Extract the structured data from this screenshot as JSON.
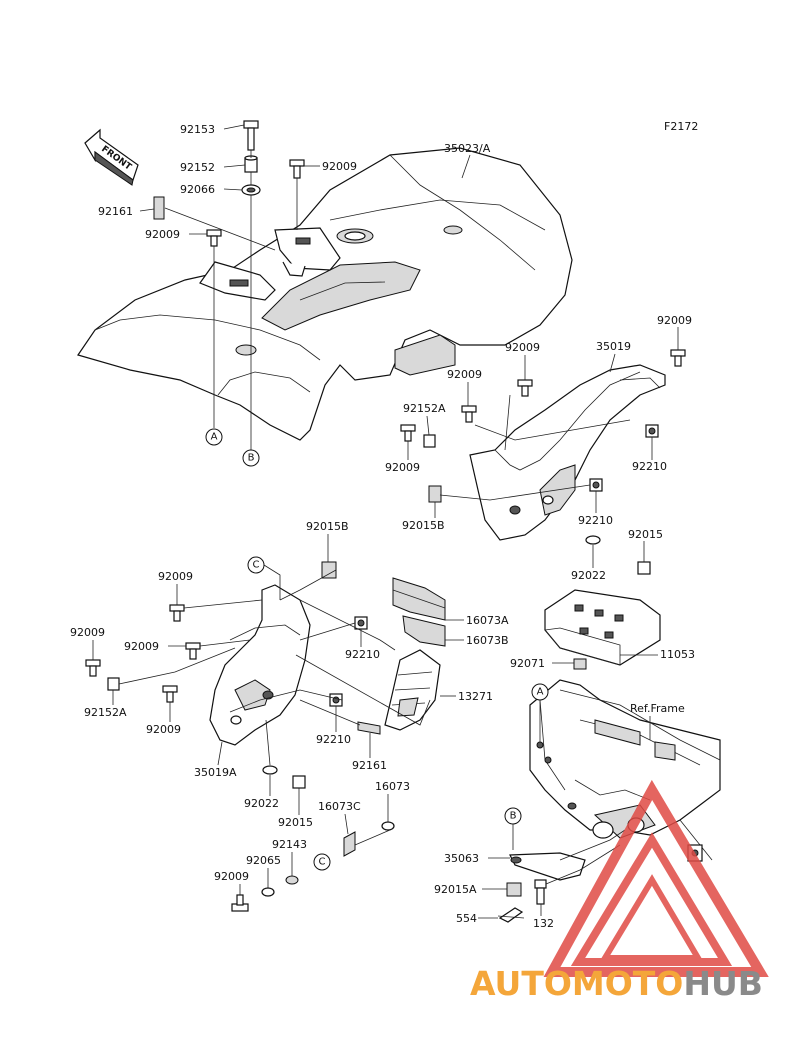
{
  "diagram": {
    "figure_code": "F2172",
    "front_marker": "FRONT",
    "ref_frame": "Ref.Frame",
    "callouts": {
      "A": "A",
      "B": "B",
      "C": "C"
    },
    "part_labels": [
      "92153",
      "92152",
      "92009",
      "92066",
      "92161",
      "92009",
      "35023/A",
      "92009",
      "35019",
      "92009",
      "92009",
      "92152A",
      "92009",
      "92210",
      "92015B",
      "92210",
      "92015",
      "92022",
      "92015B",
      "92009",
      "92009",
      "92009",
      "92152A",
      "92009",
      "92210",
      "92210",
      "35019A",
      "92022",
      "92015",
      "92143",
      "92065",
      "92009",
      "16073A",
      "16073B",
      "11053",
      "92071",
      "13271",
      "92161",
      "16073",
      "16073C",
      "35063",
      "92015A",
      "554",
      "132"
    ]
  },
  "watermark": {
    "part1": "AUTOMOTO",
    "part2": "HUB",
    "color1": "#f4a63a",
    "color2": "#8a8a8a",
    "logo_color": "#e04b45"
  }
}
